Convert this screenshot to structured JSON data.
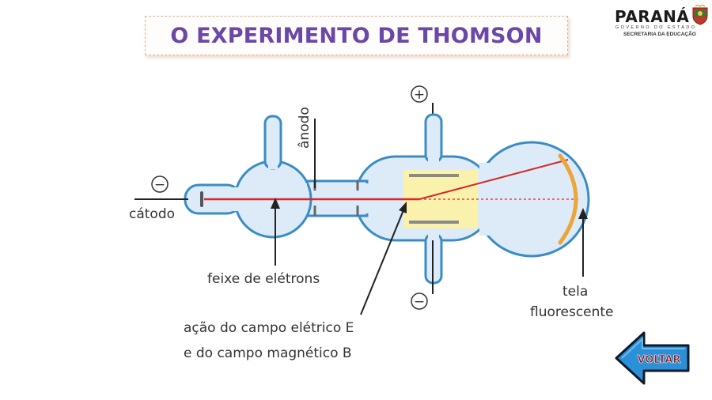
{
  "title": "O EXPERIMENTO DE THOMSON",
  "logo": {
    "name": "PARANÁ",
    "subtitle": "GOVERNO DO ESTADO",
    "department": "SECRETARIA DA EDUCAÇÃO"
  },
  "diagram": {
    "plus_sign": "+",
    "minus_sign": "−",
    "labels": {
      "anode": "ânodo",
      "cathode": "cátodo",
      "beam": "feixe de elétrons",
      "fields_line1": "ação do campo elétrico E",
      "fields_line2": "e do campo magnético B",
      "screen_line1": "tela",
      "screen_line2": "fluorescente"
    }
  },
  "nav": {
    "back_label": "VOLTAR"
  },
  "colors": {
    "title": "#6b47a8",
    "tube_outline": "#3a8cc4",
    "tube_fill": "#dcebf7",
    "beam": "#d42a2a",
    "field_region": "#fbf2a8",
    "screen": "#eba63a",
    "back_arrow": "#2a90d8"
  }
}
